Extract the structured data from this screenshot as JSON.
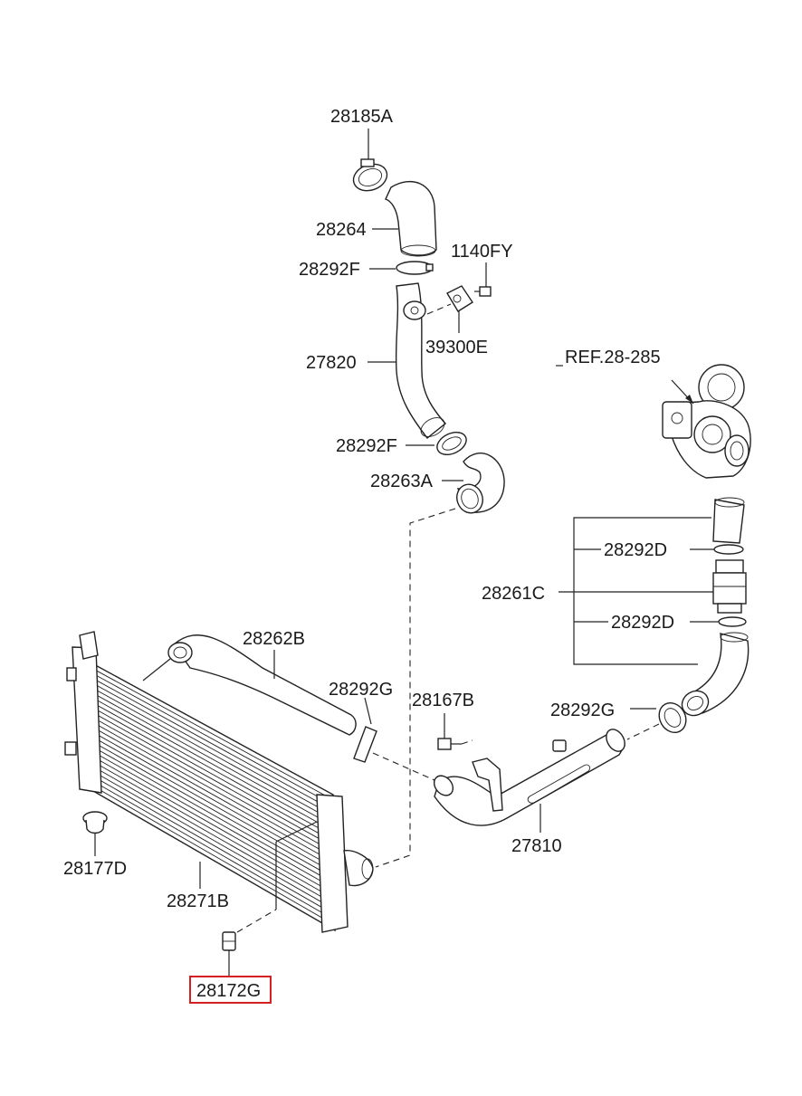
{
  "labels": {
    "l_28185A": "28185A",
    "l_28264": "28264",
    "l_28292F_top": "28292F",
    "l_1140FY": "1140FY",
    "l_39300E": "39300E",
    "l_27820": "27820",
    "l_ref": "REF.28-285",
    "l_28292F_mid": "28292F",
    "l_28263A": "28263A",
    "l_28292D_top": "28292D",
    "l_28261C": "28261C",
    "l_28292D_bot": "28292D",
    "l_28262B": "28262B",
    "l_28292G_left": "28292G",
    "l_28167B": "28167B",
    "l_28292G_right": "28292G",
    "l_27810": "27810",
    "l_28177D": "28177D",
    "l_28271B": "28271B",
    "l_28172G": "28172G"
  },
  "highlight": {
    "part": "28172G",
    "color": "#d42020"
  }
}
